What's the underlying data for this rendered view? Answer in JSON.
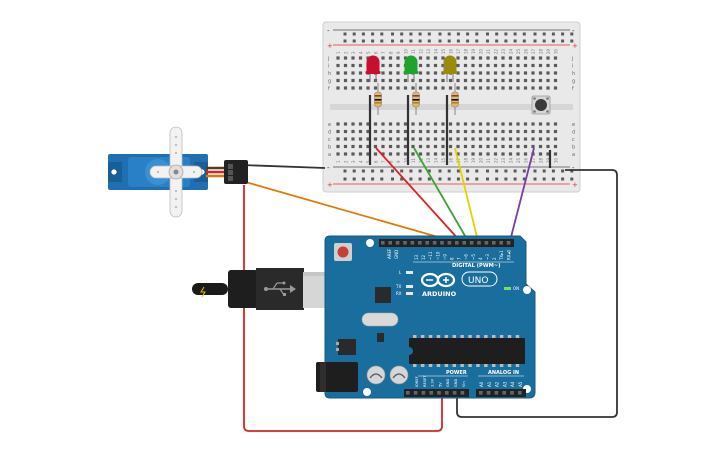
{
  "board": {
    "brand": "ARDUINO",
    "model": "UNO",
    "digital_label": "DIGITAL (PWM~)",
    "power_label": "POWER",
    "analog_label": "ANALOG IN",
    "on_label": "ON",
    "led_l": "L",
    "led_tx": "TX",
    "led_rx": "RX",
    "aref": "AREF",
    "gnd": "GND",
    "digital_pins": [
      "13",
      "12",
      "~11",
      "~10",
      "~9",
      "8",
      "7",
      "~6",
      "~5",
      "4",
      "~3",
      "2",
      "TX▸1",
      "RX◂0"
    ],
    "power_pins": [
      "IOREF",
      "RESET",
      "3.3V",
      "5V",
      "GND",
      "GND",
      "Vin"
    ],
    "analog_pins": [
      "A0",
      "A1",
      "A2",
      "A3",
      "A4",
      "A5"
    ]
  },
  "breadboard": {
    "rows_left": [
      "j",
      "i",
      "h",
      "g",
      "f",
      "e",
      "d",
      "c",
      "b",
      "a"
    ],
    "rail_plus": "+",
    "rail_minus": "-",
    "column_numbers": [
      "1",
      "2",
      "3",
      "4",
      "5",
      "6",
      "7",
      "8",
      "9",
      "10",
      "11",
      "12",
      "13",
      "14",
      "15",
      "16",
      "17",
      "18",
      "19",
      "20",
      "21",
      "22",
      "23",
      "24",
      "25",
      "26",
      "27",
      "28",
      "29",
      "30"
    ]
  },
  "components": {
    "leds": [
      {
        "color": "#c8102e",
        "name": "red-led"
      },
      {
        "color": "#1fa22e",
        "name": "green-led"
      },
      {
        "color": "#9a8a10",
        "name": "yellow-led"
      }
    ],
    "usb_icon": "usb-icon"
  },
  "wires": {
    "red": "#d22",
    "green": "#3aa535",
    "yellow": "#e6d100",
    "purple": "#7b3fa0",
    "orange": "#e07b00",
    "black": "#333333"
  }
}
